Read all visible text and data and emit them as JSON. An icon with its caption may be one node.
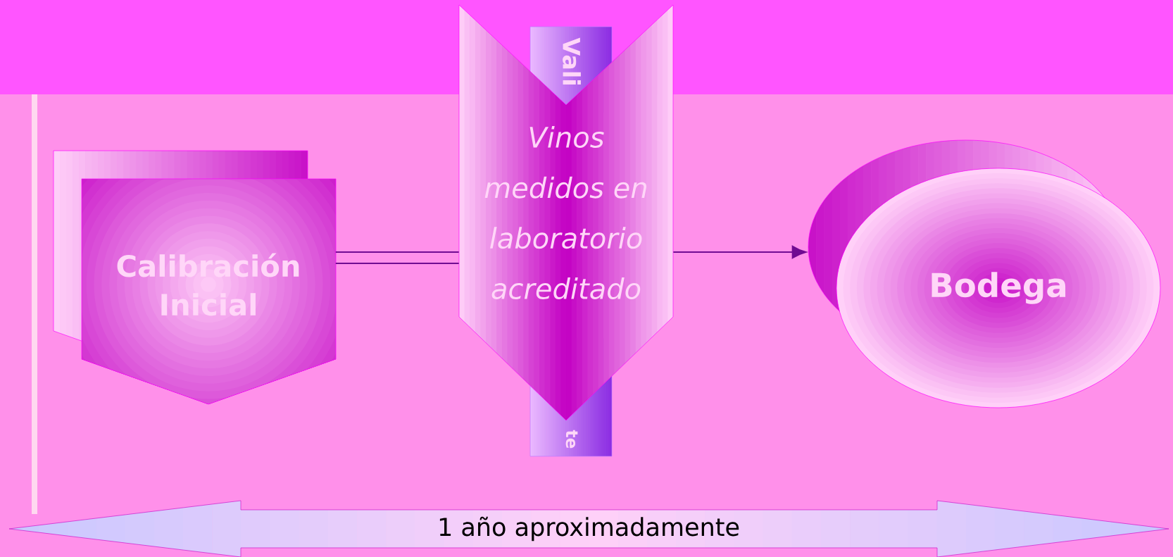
{
  "diagram": {
    "nodes": [
      {
        "text": [
          "Calibración Inicial"
        ]
      },
      {
        "text": [
          "Vinos medidos en laboratorio acreditado"
        ]
      },
      {
        "text": [
          "Bodega"
        ]
      },
      {
        "text": [
          "Vali"
        ]
      },
      {
        "text": [
          "te"
        ]
      },
      {
        "text": [
          "1 año aproximadamente"
        ]
      }
    ],
    "edges": [
      {
        "from": 0,
        "to": 1,
        "arrow": "none"
      },
      {
        "from": 0,
        "to": 1,
        "arrow": "none"
      },
      {
        "from": 1,
        "to": 2,
        "arrow": "to"
      }
    ]
  }
}
